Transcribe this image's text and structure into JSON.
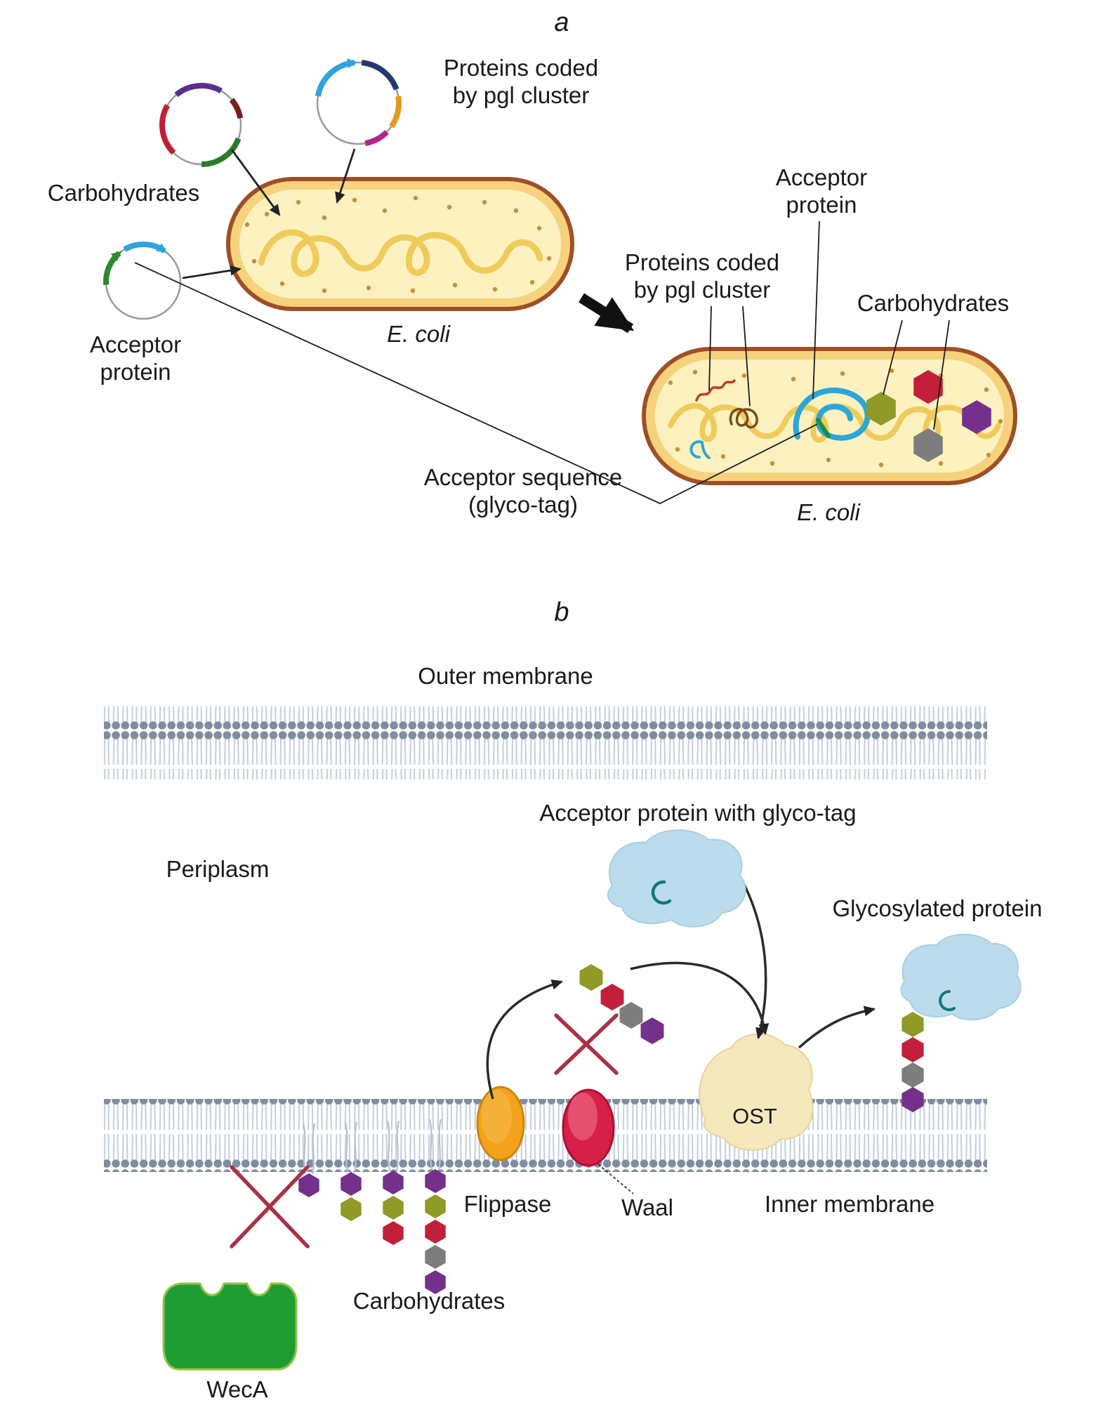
{
  "colors": {
    "olive": "#8f9a27",
    "red": "#c2203a",
    "gray": "#7d7d7d",
    "purple": "#74308a",
    "cell_fill": "#f6d27c",
    "cell_inner": "#fdf1bf",
    "cell_border": "#9e4f26",
    "dna": "#eecb5a",
    "protein_blue": "#bcdcec",
    "hook_teal": "#177382",
    "ost_fill": "#f6e8bd",
    "flippase_orange": "#f2a31b",
    "waal_red": "#d81f48",
    "weca_green": "#1f9c33",
    "membrane_head": "#7f8da0",
    "membrane_tail": "#c3cedb",
    "cross_red": "#a83246",
    "cyan_protein": "#2aa7d6",
    "green_tag": "#1e8c46"
  },
  "panel_a": {
    "tag": "a",
    "pgl_top_line1": "Proteins coded",
    "pgl_top_line2": "by pgl cluster",
    "carbohydrates": "Carbohydrates",
    "acceptor_line1": "Acceptor",
    "acceptor_line2": "protein",
    "ecoli_left": "E. coli",
    "acceptor_right_line1": "Acceptor",
    "acceptor_right_line2": "protein",
    "pgl_right_line1": "Proteins coded",
    "pgl_right_line2": "by pgl cluster",
    "carbohydrates_right": "Carbohydrates",
    "acceptor_seq_line1": "Acceptor sequence",
    "acceptor_seq_line2": "(glyco-tag)",
    "ecoli_right": "E. coli"
  },
  "panel_b": {
    "tag": "b",
    "outer_membrane": "Outer membrane",
    "acceptor_glycotag": "Acceptor protein with glyco-tag",
    "periplasm": "Periplasm",
    "glycosylated_protein": "Glycosylated protein",
    "ost": "OST",
    "flippase": "Flippase",
    "waal": "Waal",
    "inner_membrane": "Inner membrane",
    "carbohydrates": "Carbohydrates",
    "weca": "WecA"
  }
}
